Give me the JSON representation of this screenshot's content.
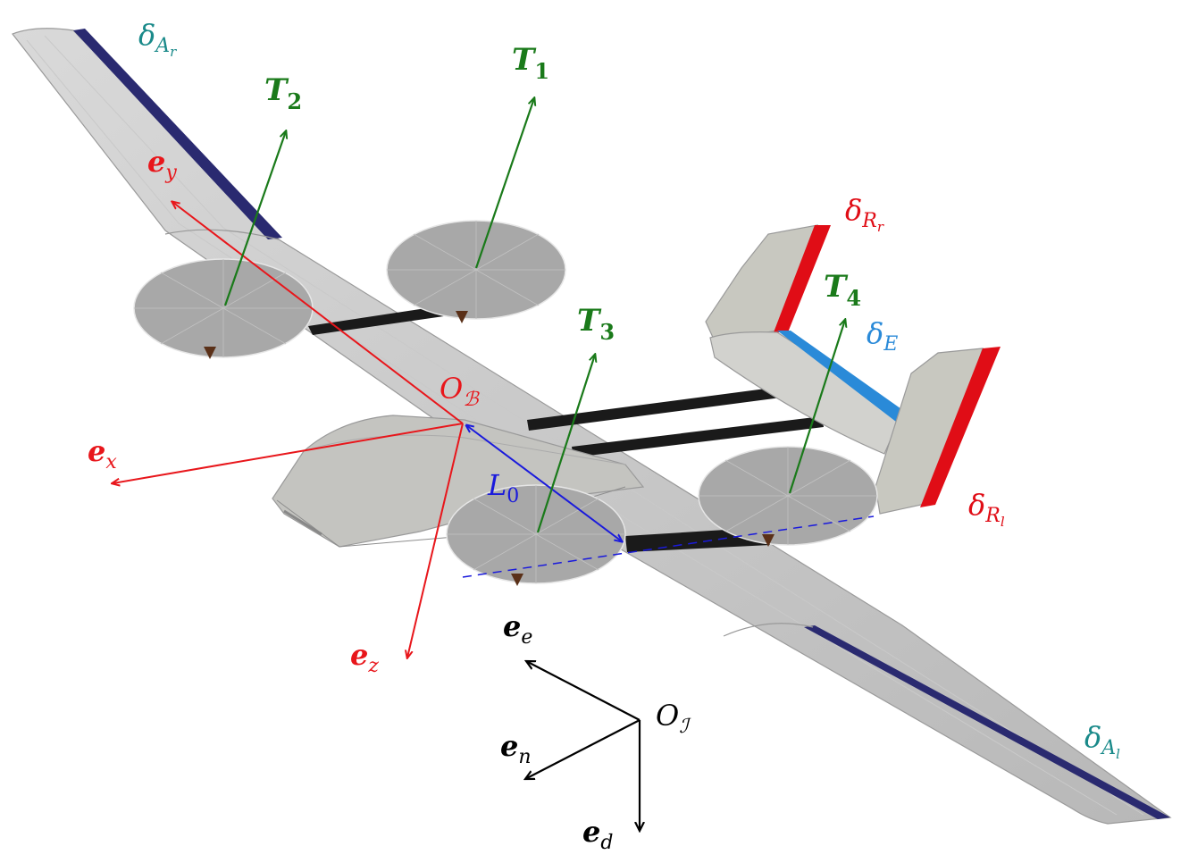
{
  "labels": {
    "delta_Ar": {
      "main": "δ",
      "sub": "A",
      "subsub": "r"
    },
    "delta_Al": {
      "main": "δ",
      "sub": "A",
      "subsub": "l"
    },
    "delta_Rr": {
      "main": "δ",
      "sub": "R",
      "subsub": "r"
    },
    "delta_Rl": {
      "main": "δ",
      "sub": "R",
      "subsub": "l"
    },
    "delta_E": {
      "main": "δ",
      "sub": "E"
    },
    "T1": {
      "main": "T",
      "sub": "1"
    },
    "T2": {
      "main": "T",
      "sub": "2"
    },
    "T3": {
      "main": "T",
      "sub": "3"
    },
    "T4": {
      "main": "T",
      "sub": "4"
    },
    "e_x": {
      "main": "e",
      "sub": "x"
    },
    "e_y": {
      "main": "e",
      "sub": "y"
    },
    "e_z": {
      "main": "e",
      "sub": "z"
    },
    "e_e": {
      "main": "e",
      "sub": "e"
    },
    "e_n": {
      "main": "e",
      "sub": "n"
    },
    "e_d": {
      "main": "e",
      "sub": "d"
    },
    "O_B": {
      "main": "O",
      "sub": "ℬ"
    },
    "O_I": {
      "main": "O",
      "sub": "ℐ"
    },
    "L0": {
      "main": "L",
      "sub": "0"
    }
  },
  "colors": {
    "body_frame": "#e8161b",
    "thrust": "#1a7a1a",
    "inertial_frame": "#000000",
    "length": "#1a1adc",
    "aileron_label": "#1a8a8a",
    "rudder": "#e00d16",
    "elevator": "#2a8ad8",
    "aileron_surface": "#2a2a70"
  }
}
